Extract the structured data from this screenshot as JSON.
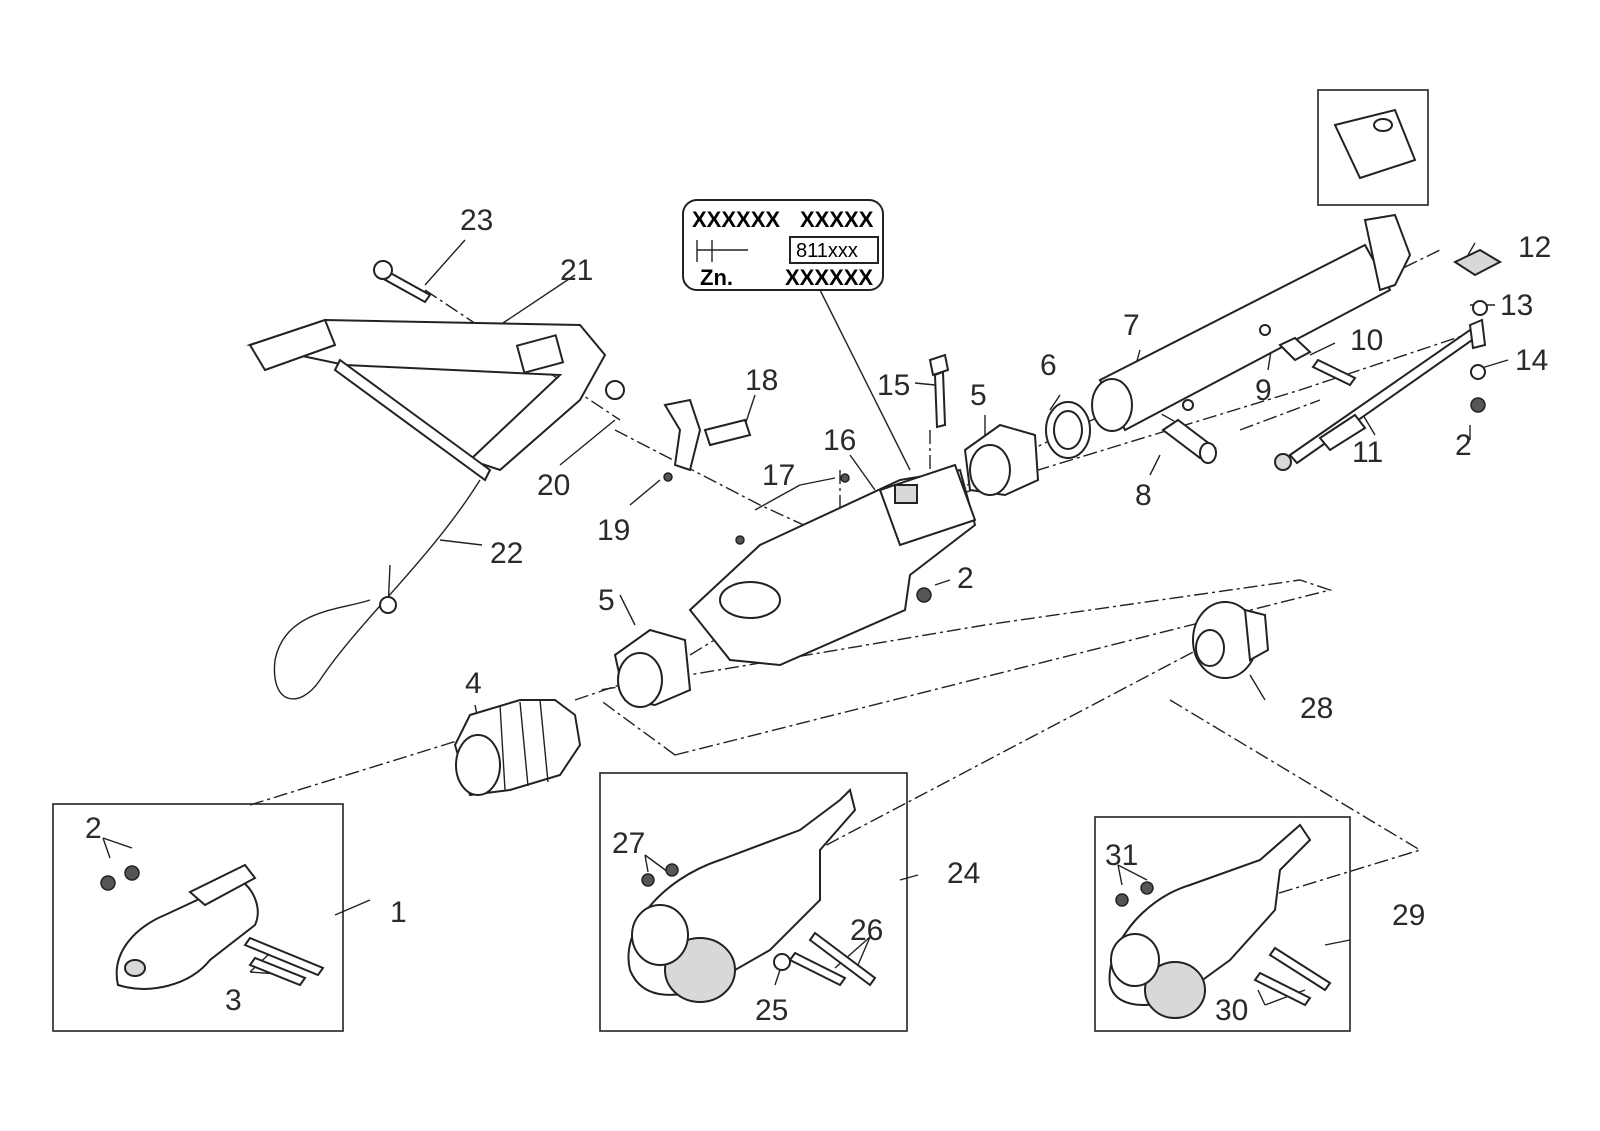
{
  "callouts": {
    "c1": "1",
    "c2a": "2",
    "c2b": "2",
    "c2c": "2",
    "c3": "3",
    "c4": "4",
    "c5a": "5",
    "c5b": "5",
    "c6": "6",
    "c7": "7",
    "c8": "8",
    "c9": "9",
    "c10": "10",
    "c11": "11",
    "c12": "12",
    "c13": "13",
    "c14": "14",
    "c15": "15",
    "c16": "16",
    "c17": "17",
    "c18": "18",
    "c19": "19",
    "c20": "20",
    "c21": "21",
    "c22": "22",
    "c23": "23",
    "c24": "24",
    "c25": "25",
    "c26": "26",
    "c27": "27",
    "c28": "28",
    "c29": "29",
    "c30": "30",
    "c31": "31"
  },
  "plate": {
    "row1_left": "XXXXXX",
    "row1_right": "XXXXX",
    "code": "811xxx",
    "zn_label": "Zn.",
    "row3_right": "XXXXXX"
  }
}
